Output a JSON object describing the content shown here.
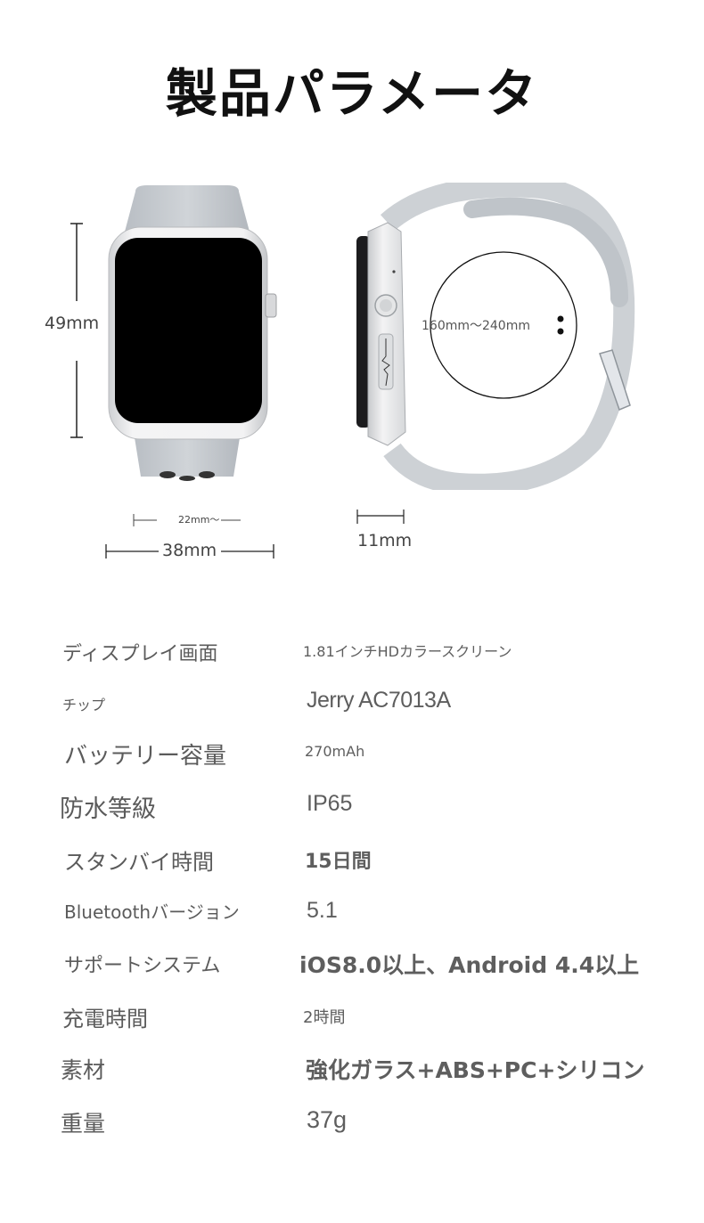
{
  "title": "製品パラメータ",
  "diagram": {
    "height_label": "49mm",
    "band_circumference_label": "160mm〜240mm",
    "band_width_label": "22mm〜",
    "case_width_label": "38mm",
    "thickness_label": "11mm",
    "colors": {
      "band": "#c9cdd2",
      "case": "#e6e7e9",
      "screen": "#000000",
      "line": "#222222"
    }
  },
  "specs": [
    {
      "label": "ディスプレイ画面",
      "value": "1.81インチHDカラースクリーン"
    },
    {
      "label": "チップ",
      "value": "Jerry AC7013A"
    },
    {
      "label": "バッテリー容量",
      "value": "270mAh"
    },
    {
      "label": "防水等級",
      "value": "IP65"
    },
    {
      "label": "スタンバイ時間",
      "value": "15日間"
    },
    {
      "label": "Bluetoothバージョン",
      "value": "5.1"
    },
    {
      "label": "サポートシステム",
      "value": "iOS8.0以上、Android 4.4以上"
    },
    {
      "label": "充電時間",
      "value": "2時間"
    },
    {
      "label": "素材",
      "value": "強化ガラス+ABS+PC+シリコン"
    },
    {
      "label": "重量",
      "value": "37g"
    }
  ]
}
